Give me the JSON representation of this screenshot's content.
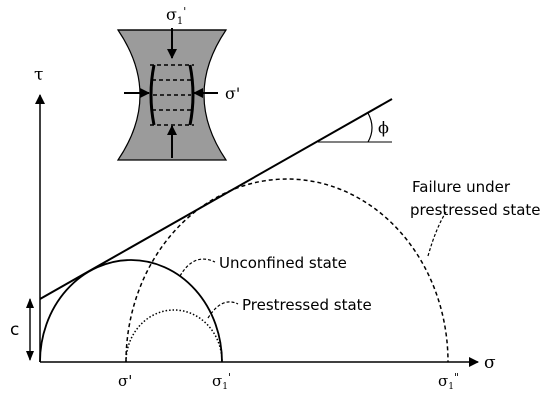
{
  "axes": {
    "tau_label": "τ",
    "sigma_label": "σ",
    "cohesion_label": "c",
    "friction_angle_label": "ϕ"
  },
  "ticks": {
    "sigma3": "σ'",
    "sigma1": "σ",
    "sigma1_prime": "'",
    "sigma1_subscript": "1",
    "sigma1_dprime": "\""
  },
  "labels": {
    "unconfined": "Unconfined state",
    "prestressed": "Prestressed state",
    "failure_line1": "Failure under",
    "failure_line2": "prestressed state"
  },
  "specimen": {
    "sigma1_label": "σ",
    "sigma1_subscript": "1",
    "sigma1_prime": "'",
    "sigma3_label": "σ'"
  },
  "colors": {
    "specimen_fill": "#9b9b9b",
    "line": "#000000"
  }
}
